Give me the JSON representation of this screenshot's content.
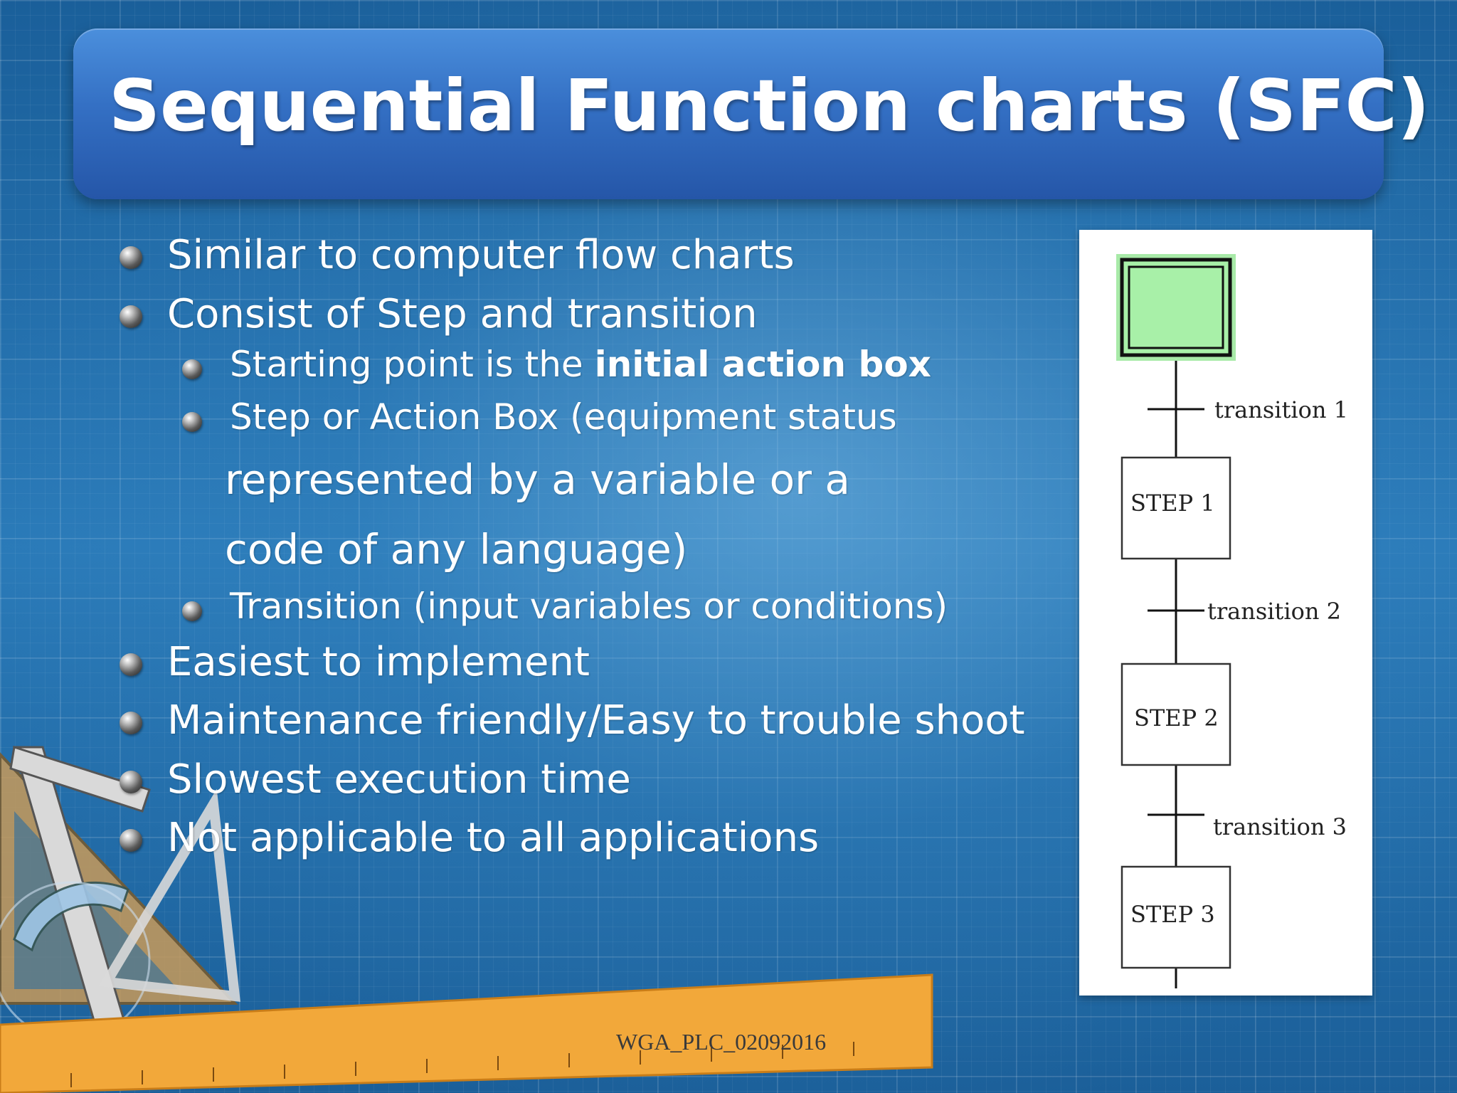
{
  "slide": {
    "title": "Sequential Function charts (SFC)",
    "bullets": [
      {
        "text": "Similar to computer flow charts"
      },
      {
        "text": "Consist of Step and transition"
      },
      {
        "prefix": "Starting point is the ",
        "bold": "initial action box"
      },
      {
        "text": "Step or Action Box (equipment status"
      },
      {
        "text": "represented by a variable or a"
      },
      {
        "text": "code of any language)"
      },
      {
        "text": "Transition (input variables or conditions)"
      },
      {
        "text": "Easiest to implement"
      },
      {
        "text": "Maintenance friendly/Easy to trouble shoot"
      },
      {
        "text": "Slowest execution time"
      },
      {
        "text": "Not applicable to all applications"
      }
    ],
    "footer": "WGA_PLC_02092016"
  },
  "diagram": {
    "steps": [
      "STEP 1",
      "STEP 2",
      "STEP 3"
    ],
    "transitions": [
      "transition 1",
      "transition 2",
      "transition 3"
    ],
    "initial_step_fill": "#a8f0a8"
  },
  "colors": {
    "background": "#1f6aa6",
    "title_bar": "#3470c4",
    "ruler": "#f2a83a"
  }
}
